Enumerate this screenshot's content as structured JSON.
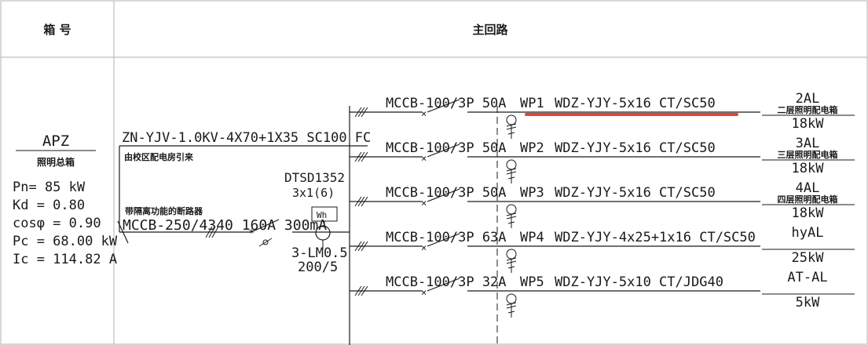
{
  "header": {
    "col1_title": "箱 号",
    "col2_title": "主回路"
  },
  "box": {
    "id": "APZ",
    "name": "照明总箱",
    "params": [
      "Pn= 85  kW",
      "Kd = 0.80",
      "cosφ = 0.90",
      "Pc = 68.00  kW",
      "Ic = 114.82  A"
    ]
  },
  "incoming": {
    "cable": "ZN-YJV-1.0KV-4X70+1X35 SC100 FC",
    "source_note": "由校区配电房引来",
    "meter_model": "DTSD1352",
    "meter_rating": "3x1(6)",
    "meter_symbol": "Wh",
    "breaker_note": "带隔离功能的断路器",
    "breaker": "MCCB-250/4340 160A 300mA",
    "ct_model": "3-LM0.5",
    "ct_ratio": "200/5"
  },
  "circuits": [
    {
      "breaker": "MCCB-100/3P 50A",
      "id": "WP1",
      "cable": "WDZ-YJY-5x16 CT/SC50",
      "load_id": "2AL",
      "load_name": "二层照明配电箱",
      "power": "18kW",
      "highlight": true
    },
    {
      "breaker": "MCCB-100/3P 50A",
      "id": "WP2",
      "cable": "WDZ-YJY-5x16 CT/SC50",
      "load_id": "3AL",
      "load_name": "三层照明配电箱",
      "power": "18kW",
      "highlight": false
    },
    {
      "breaker": "MCCB-100/3P 50A",
      "id": "WP3",
      "cable": "WDZ-YJY-5x16 CT/SC50",
      "load_id": "4AL",
      "load_name": "四层照明配电箱",
      "power": "18kW",
      "highlight": false
    },
    {
      "breaker": "MCCB-100/3P 63A",
      "id": "WP4",
      "cable": "WDZ-YJY-4x25+1x16 CT/SC50",
      "load_id": "hyAL",
      "load_name": "",
      "power": "25kW",
      "highlight": false
    },
    {
      "breaker": "MCCB-100/3P 32A",
      "id": "WP5",
      "cable": "WDZ-YJY-5x10 CT/JDG40",
      "load_id": "AT-AL",
      "load_name": "",
      "power": "5kW",
      "highlight": false
    }
  ],
  "colors": {
    "line": "#1a1a1a",
    "highlight": "#e0443a",
    "border": "#bdbdbd"
  }
}
